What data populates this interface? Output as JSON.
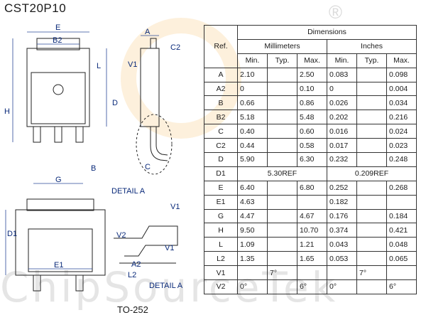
{
  "title": "CST20P10",
  "package": "TO-252",
  "watermark": {
    "brand": "ChipSourceTek",
    "registered": "®"
  },
  "drawing": {
    "labels": {
      "E": "E",
      "B2": "B2",
      "L": "L",
      "H": "H",
      "G": "G",
      "B": "B",
      "A": "A",
      "C2": "C2",
      "V1": "V1",
      "D": "D",
      "C": "C",
      "D1": "D1",
      "E1": "E1",
      "V2": "V2",
      "A2": "A2",
      "L2": "L2",
      "detail1": "DETAIL A",
      "detail2": "DETAIL A"
    }
  },
  "table": {
    "ref_header": "Ref.",
    "dimensions_header": "Dimensions",
    "mm_header": "Millimeters",
    "in_header": "Inches",
    "sub_headers": [
      "Min.",
      "Typ.",
      "Max.",
      "Min.",
      "Typ.",
      "Max."
    ],
    "rows": [
      {
        "ref": "A",
        "cells": [
          "2.10",
          "",
          "2.50",
          "0.083",
          "",
          "0.098"
        ]
      },
      {
        "ref": "A2",
        "cells": [
          "0",
          "",
          "0.10",
          "0",
          "",
          "0.004"
        ]
      },
      {
        "ref": "B",
        "cells": [
          "0.66",
          "",
          "0.86",
          "0.026",
          "",
          "0.034"
        ]
      },
      {
        "ref": "B2",
        "cells": [
          "5.18",
          "",
          "5.48",
          "0.202",
          "",
          "0.216"
        ]
      },
      {
        "ref": "C",
        "cells": [
          "0.40",
          "",
          "0.60",
          "0.016",
          "",
          "0.024"
        ]
      },
      {
        "ref": "C2",
        "cells": [
          "0.44",
          "",
          "0.58",
          "0.017",
          "",
          "0.023"
        ]
      },
      {
        "ref": "D",
        "cells": [
          "5.90",
          "",
          "6.30",
          "0.232",
          "",
          "0.248"
        ]
      },
      {
        "ref": "D1",
        "mm_typ": "5.30REF",
        "in_typ": "0.209REF"
      },
      {
        "ref": "E",
        "cells": [
          "6.40",
          "",
          "6.80",
          "0.252",
          "",
          "0.268"
        ]
      },
      {
        "ref": "E1",
        "cells": [
          "4.63",
          "",
          "",
          "0.182",
          "",
          ""
        ]
      },
      {
        "ref": "G",
        "cells": [
          "4.47",
          "",
          "4.67",
          "0.176",
          "",
          "0.184"
        ]
      },
      {
        "ref": "H",
        "cells": [
          "9.50",
          "",
          "10.70",
          "0.374",
          "",
          "0.421"
        ]
      },
      {
        "ref": "L",
        "cells": [
          "1.09",
          "",
          "1.21",
          "0.043",
          "",
          "0.048"
        ]
      },
      {
        "ref": "L2",
        "cells": [
          "1.35",
          "",
          "1.65",
          "0.053",
          "",
          "0.065"
        ]
      },
      {
        "ref": "V1",
        "cells": [
          "",
          "7°",
          "",
          "",
          "7°",
          ""
        ]
      },
      {
        "ref": "V2",
        "cells": [
          "0°",
          "",
          "6°",
          "0°",
          "",
          "6°"
        ]
      }
    ]
  }
}
